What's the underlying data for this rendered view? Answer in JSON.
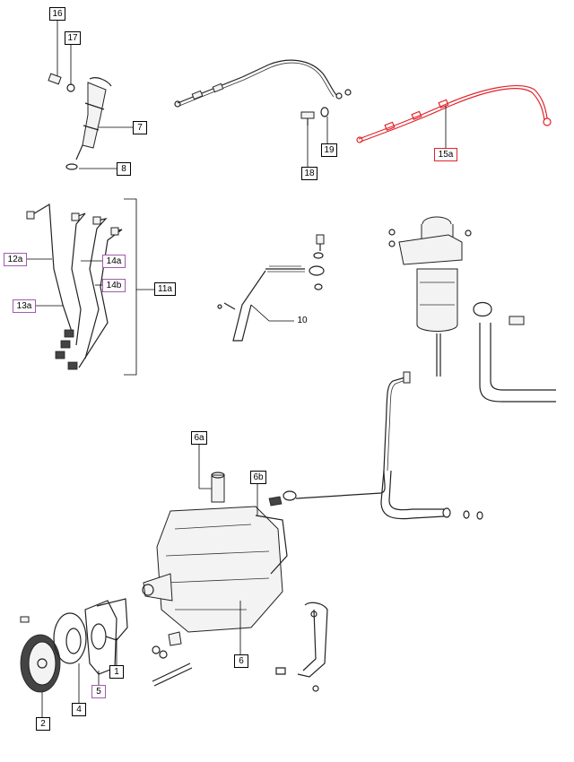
{
  "diagram": {
    "accent_color": "#e0242b",
    "secondary_color": "#a15ab0",
    "callouts": [
      {
        "id": "c16",
        "label": "16",
        "style": "black"
      },
      {
        "id": "c17",
        "label": "17",
        "style": "black"
      },
      {
        "id": "c7",
        "label": "7",
        "style": "black"
      },
      {
        "id": "c8",
        "label": "8",
        "style": "black"
      },
      {
        "id": "c18",
        "label": "18",
        "style": "black"
      },
      {
        "id": "c19",
        "label": "19",
        "style": "black"
      },
      {
        "id": "c15a",
        "label": "15a",
        "style": "red"
      },
      {
        "id": "c12a",
        "label": "12a",
        "style": "purple"
      },
      {
        "id": "c14a",
        "label": "14a",
        "style": "purple"
      },
      {
        "id": "c14b",
        "label": "14b",
        "style": "purple"
      },
      {
        "id": "c13a",
        "label": "13a",
        "style": "purple"
      },
      {
        "id": "c11a",
        "label": "11a",
        "style": "black"
      },
      {
        "id": "c10",
        "label": "10",
        "style": "text"
      },
      {
        "id": "c6a",
        "label": "6a",
        "style": "black"
      },
      {
        "id": "c6b",
        "label": "6b",
        "style": "black"
      },
      {
        "id": "c6",
        "label": "6",
        "style": "black"
      },
      {
        "id": "c1",
        "label": "1",
        "style": "black"
      },
      {
        "id": "c5",
        "label": "5",
        "style": "purple"
      },
      {
        "id": "c4",
        "label": "4",
        "style": "black"
      },
      {
        "id": "c2",
        "label": "2",
        "style": "black"
      }
    ]
  }
}
